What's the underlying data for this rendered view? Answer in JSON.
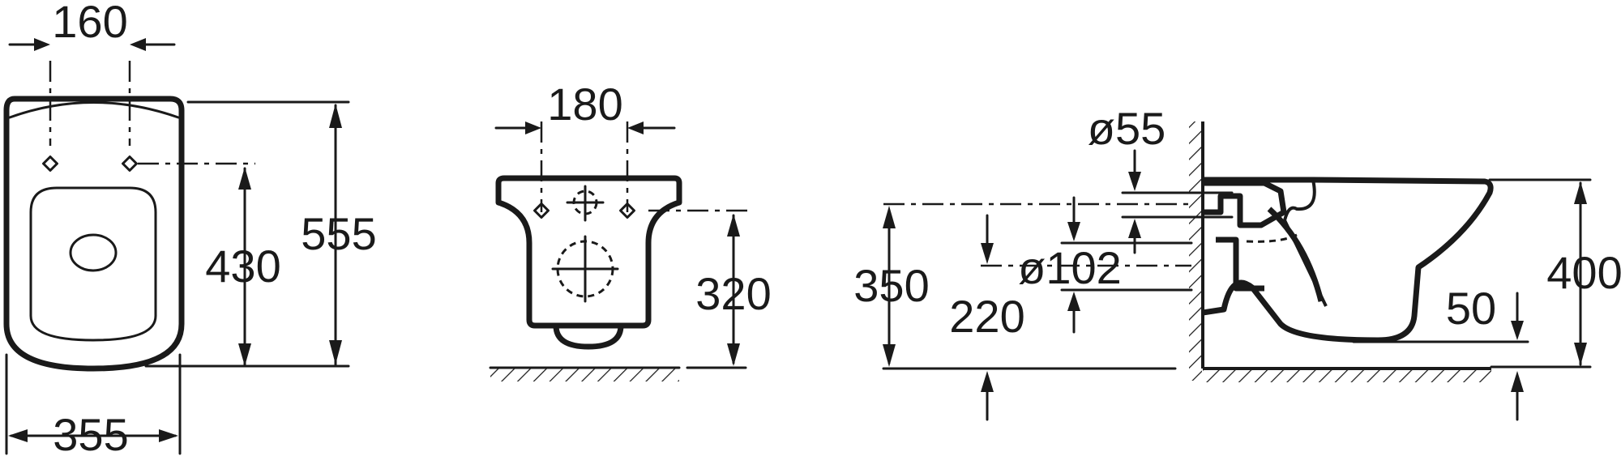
{
  "front_view": {
    "dim_width_top": "160",
    "dim_height_inner": "430",
    "dim_height_total": "555",
    "dim_width_bottom": "355"
  },
  "rear_view": {
    "dim_width_top": "180",
    "dim_height": "320"
  },
  "side_view": {
    "dim_diameter_small": "ø55",
    "dim_diameter_large": "ø102",
    "dim_height_350": "350",
    "dim_height_220": "220",
    "dim_height_400": "400",
    "dim_height_50": "50"
  },
  "colors": {
    "line": "#1a1a1a",
    "background": "#ffffff"
  }
}
